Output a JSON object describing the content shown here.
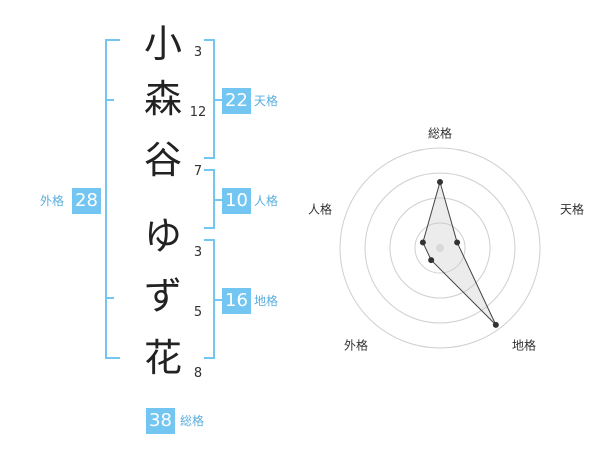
{
  "name_chars": [
    {
      "char": "小",
      "strokes": "3"
    },
    {
      "char": "森",
      "strokes": "12"
    },
    {
      "char": "谷",
      "strokes": "7"
    },
    {
      "char": "ゆ",
      "strokes": "3"
    },
    {
      "char": "ず",
      "strokes": "5"
    },
    {
      "char": "花",
      "strokes": "8"
    }
  ],
  "fortunes": {
    "tenkaku": {
      "value": "22",
      "label": "天格"
    },
    "jinkaku": {
      "value": "10",
      "label": "人格"
    },
    "chikaku": {
      "value": "16",
      "label": "地格"
    },
    "gaikaku": {
      "value": "28",
      "label": "外格"
    },
    "soukaku": {
      "value": "38",
      "label": "総格"
    }
  },
  "colors": {
    "accent": "#74c6f2",
    "bracket": "#74c6f2"
  },
  "chart_data": {
    "type": "radar",
    "axes": [
      "総格",
      "天格",
      "地格",
      "外格",
      "人格"
    ],
    "rings": 4,
    "values": [
      0.66,
      0.18,
      0.95,
      0.15,
      0.18
    ]
  }
}
